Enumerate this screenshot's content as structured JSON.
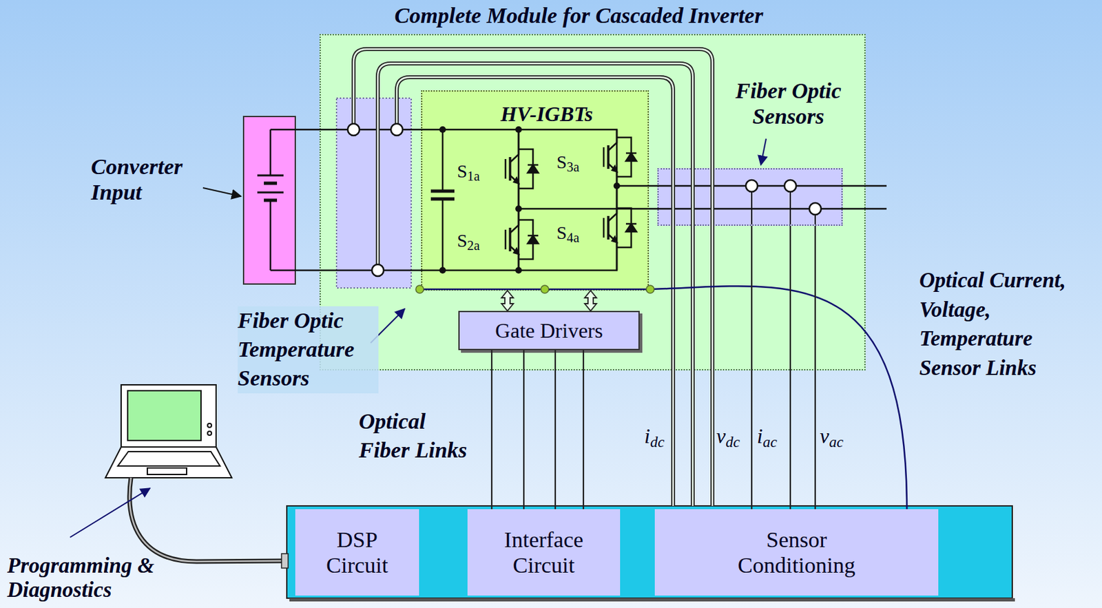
{
  "diagram": {
    "nodes": [
      {
        "text": [
          "Complete Module for Cascaded Inverter"
        ]
      },
      {
        "text": [
          "HV-IGBTs"
        ],
        "in": 0
      },
      {
        "text": [
          "Fiber Optic Sensors"
        ],
        "in": 0
      },
      {
        "text": [
          "Gate Drivers"
        ],
        "in": 0
      },
      {
        "text": [
          "Converter Input"
        ]
      },
      {
        "text": [
          "DSP Circuit"
        ]
      },
      {
        "text": [
          "Interface Circuit"
        ]
      },
      {
        "text": [
          "Sensor Conditioning"
        ]
      }
    ],
    "edges": [
      {
        "from": 1,
        "to": 3,
        "arrow": "both"
      },
      {
        "from": 3,
        "to": 6,
        "arrow": "none"
      },
      {
        "from": 2,
        "to": 7,
        "arrow": "none"
      }
    ],
    "labels": [
      "S1a",
      "S2a",
      "S3a",
      "S4a",
      "Fiber Optic Temperature Sensors",
      "Optical Fiber Links",
      "idc",
      "vdc",
      "iac",
      "vac",
      "Optical Current, Voltage, Temperature Sensor Links",
      "Programming & Diagnostics"
    ]
  }
}
